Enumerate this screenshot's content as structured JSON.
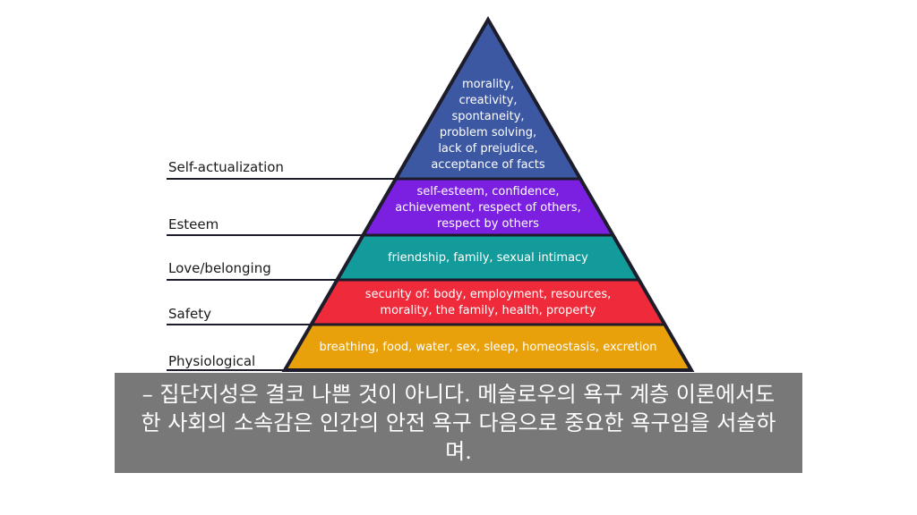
{
  "pyramid": {
    "tiers": [
      {
        "level": "Self-actualization",
        "needs": "morality,\ncreativity,\nspontaneity,\nproblem solving,\nlack of prejudice,\nacceptance of facts",
        "color": "#3d58a3"
      },
      {
        "level": "Esteem",
        "needs": "self-esteem, confidence,\nachievement, respect of others,\nrespect by others",
        "color": "#7b1fe0"
      },
      {
        "level": "Love/belonging",
        "needs": "friendship, family, sexual intimacy",
        "color": "#139b9b"
      },
      {
        "level": "Safety",
        "needs": "security of: body, employment, resources,\nmorality, the family, health, property",
        "color": "#ef2a3a"
      },
      {
        "level": "Physiological",
        "needs": "breathing, food, water, sex, sleep, homeostasis, excretion",
        "color": "#e8a10b"
      }
    ],
    "outline_color": "#1c1c2a"
  },
  "caption": {
    "text": "– 집단지성은 결코 나쁜 것이 아니다. 메슬로우의 욕구 계층 이론에서도 한 사회의 소속감은 인간의 안전 욕구 다음으로 중요한 욕구임을 서술하며."
  }
}
